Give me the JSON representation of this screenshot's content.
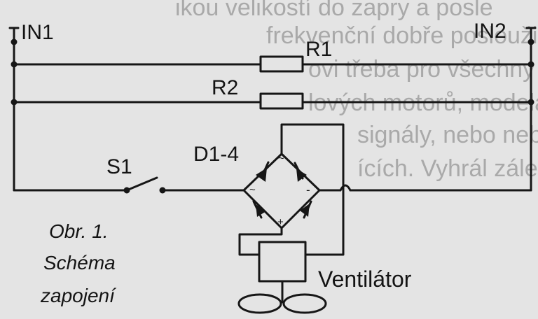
{
  "labels": {
    "in1": "IN1",
    "in2": "IN2",
    "r1": "R1",
    "r2": "R2",
    "s1": "S1",
    "d": "D1-4",
    "fan": "Ventilátor",
    "plus": "+",
    "minus": "-",
    "tilde_top": "~",
    "tilde_left": "~"
  },
  "caption": {
    "line1": "Obr. 1.",
    "line2": "Schéma",
    "line3": "zapojení"
  },
  "background_text": {
    "line1": "ikou velikostí do zapry a posle",
    "line2": "frekvenční dobře posloužil",
    "line3": "ovi třeba pro všechny chody kro",
    "line4": "lových motorů, modelářské ovladač",
    "line5": "signály, nebo nebo v ve zarcez",
    "line6": "ících. Vyhrál záleží na jeho nabití"
  },
  "colors": {
    "background": "#e4e4e4",
    "ink": "#161616",
    "watermark_text": "#a9a9a9"
  }
}
